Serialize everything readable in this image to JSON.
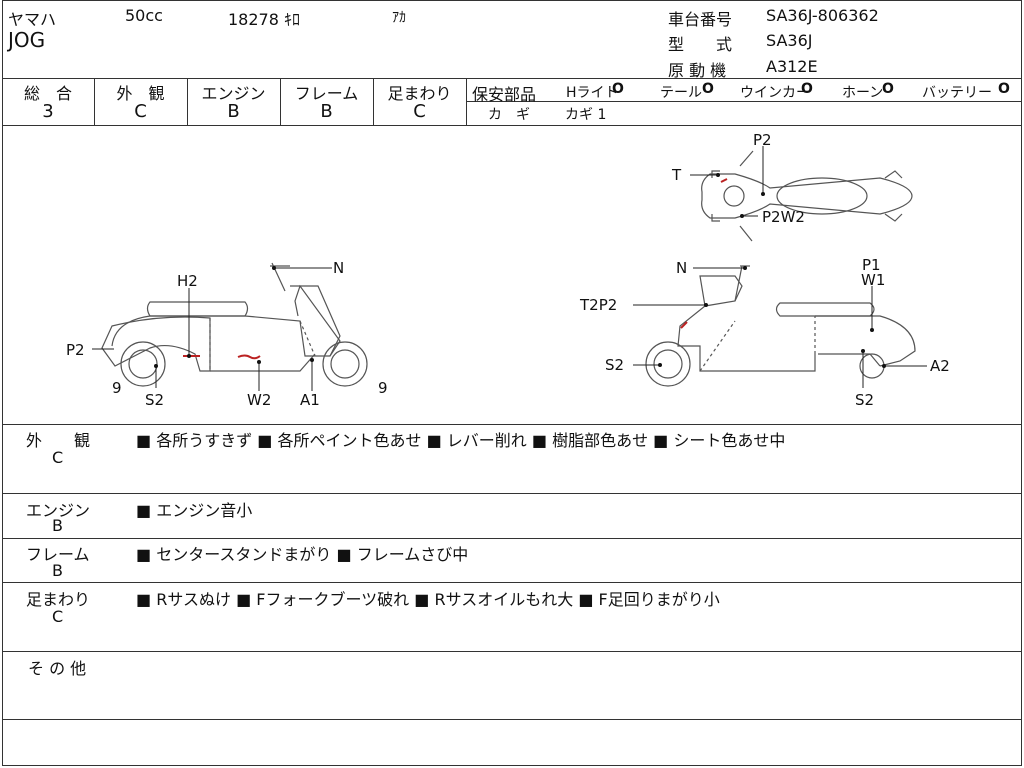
{
  "header": {
    "maker": "ヤマハ",
    "displacement": "50cc",
    "mileage": "18278 ｷﾛ",
    "color": "ｱｶ",
    "model": "JOG",
    "frame_no_label": "車台番号",
    "frame_no": "SA36J-806362",
    "type_label": "型　　式",
    "type": "SA36J",
    "engine_label": "原 動 機",
    "engine": "A312E"
  },
  "grades": {
    "overall_label": "総　合",
    "overall": "3",
    "exterior_label": "外　観",
    "exterior": "C",
    "engine_label": "エンジン",
    "engine": "B",
    "frame_label": "フレーム",
    "frame": "B",
    "suspension_label": "足まわり",
    "suspension": "C"
  },
  "safety": {
    "label": "保安部品",
    "items": [
      "Hライト",
      "テール",
      "ウインカー",
      "ホーン",
      "バッテリー"
    ],
    "mark": "O",
    "key_label": "カ　ギ",
    "key_value": "カギ 1"
  },
  "diagram_labels": {
    "left": [
      "H2",
      "N",
      "P2",
      "9",
      "S2",
      "W2",
      "A1",
      "9"
    ],
    "right": [
      "N",
      "P1",
      "W1",
      "T2P2",
      "S2",
      "A2",
      "S2"
    ],
    "top": [
      "P2",
      "T",
      "P2W2"
    ]
  },
  "notes": [
    {
      "category": "外　　観",
      "grade": "C",
      "text": "■ 各所うすきず ■ 各所ペイント色あせ ■ レバー削れ ■ 樹脂部色あせ ■ シート色あせ中"
    },
    {
      "category": "エンジン",
      "grade": "B",
      "text": "■ エンジン音小"
    },
    {
      "category": "フレーム",
      "grade": "B",
      "text": "■ センタースタンドまがり ■ フレームさび中"
    },
    {
      "category": "足まわり",
      "grade": "C",
      "text": "■ Rサスぬけ ■ Fフォークブーツ破れ ■ Rサスオイルもれ大 ■ F足回りまがり小"
    },
    {
      "category": "そ の 他",
      "grade": "",
      "text": ""
    }
  ]
}
